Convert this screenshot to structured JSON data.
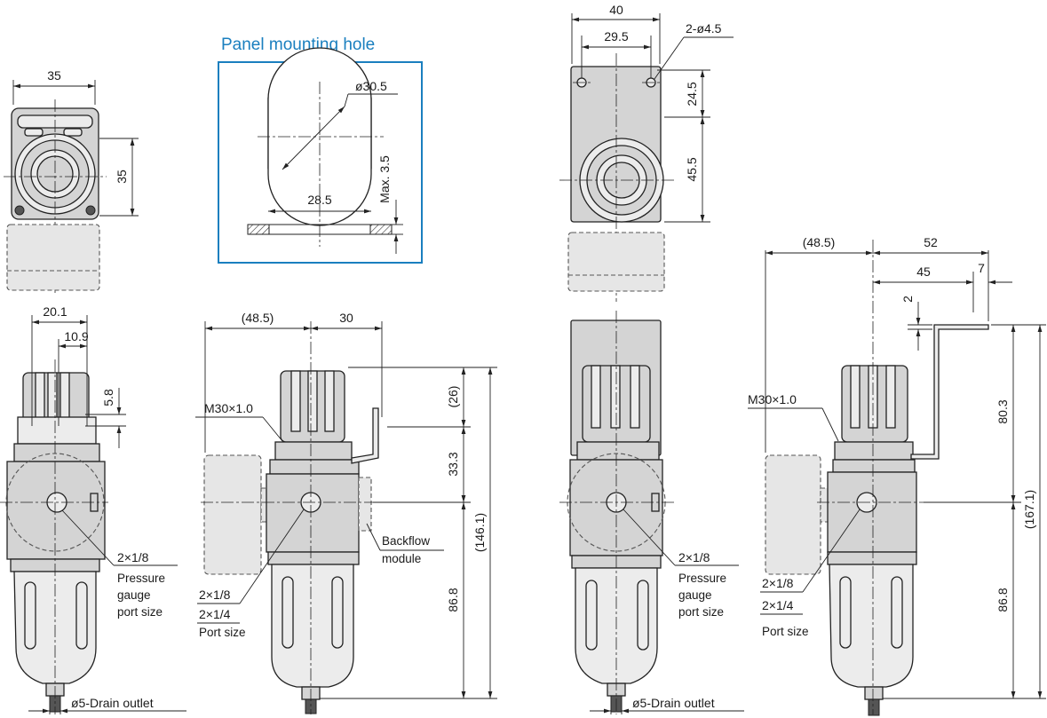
{
  "panel": {
    "title": "Panel mounting hole",
    "frame_color": "#1a7fbf",
    "dia": "ø30.5",
    "flat": "28.5",
    "thickness": "Max. 3.5"
  },
  "view1": {
    "top_w": "35",
    "top_h": "35",
    "w1": "20.1",
    "w2": "10.9",
    "h1": "5.8",
    "gauge_port": "2×1/8",
    "gauge_label_1": "Pressure",
    "gauge_label_2": "gauge",
    "gauge_label_3": "port size",
    "drain": "ø5-Drain outlet"
  },
  "view2": {
    "w1": "(48.5)",
    "w2": "30",
    "thread": "M30×1.0",
    "h_top": "(26)",
    "h_mid": "33.3",
    "h_bot": "86.8",
    "h_total": "(146.1)",
    "port_a": "2×1/8",
    "port_b": "2×1/4",
    "port_label": "Port size",
    "backflow_1": "Backflow",
    "backflow_2": "module"
  },
  "view3": {
    "top_w1": "40",
    "top_w2": "29.5",
    "holes": "2-ø4.5",
    "h1": "24.5",
    "h2": "45.5",
    "gauge_port": "2×1/8",
    "gauge_label_1": "Pressure",
    "gauge_label_2": "gauge",
    "gauge_label_3": "port size",
    "drain": "ø5-Drain outlet"
  },
  "view4": {
    "w1": "(48.5)",
    "w2": "52",
    "w3": "45",
    "w4": "7",
    "t": "2",
    "thread": "M30×1.0",
    "h_top": "80.3",
    "h_bot": "86.8",
    "h_total": "(167.1)",
    "port_a": "2×1/8",
    "port_b": "2×1/4",
    "port_label": "Port size"
  }
}
